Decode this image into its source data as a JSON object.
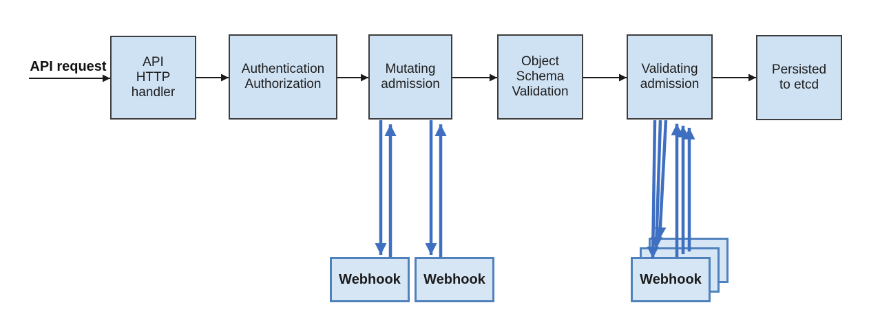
{
  "diagram": {
    "request_label": "API request",
    "stages": [
      {
        "id": "api-http-handler",
        "label": "API\nHTTP\nhandler"
      },
      {
        "id": "authentication-authorization",
        "label": "Authentication\nAuthorization"
      },
      {
        "id": "mutating-admission",
        "label": "Mutating\nadmission"
      },
      {
        "id": "object-schema-validation",
        "label": "Object\nSchema\nValidation"
      },
      {
        "id": "validating-admission",
        "label": "Validating\nadmission"
      },
      {
        "id": "persisted-to-etcd",
        "label": "Persisted\nto etcd"
      }
    ],
    "webhooks": {
      "mutating": [
        "Webhook",
        "Webhook"
      ],
      "validating": [
        "Webhook",
        "Webhook",
        "Webhook"
      ]
    },
    "colors": {
      "stage_fill": "#cfe2f3",
      "stage_border": "#3d3d3d",
      "webhook_fill": "#d7e6f5",
      "webhook_border": "#4f81bd",
      "arrow_black": "#1a1a1a",
      "arrow_blue": "#3e6fc0"
    }
  }
}
